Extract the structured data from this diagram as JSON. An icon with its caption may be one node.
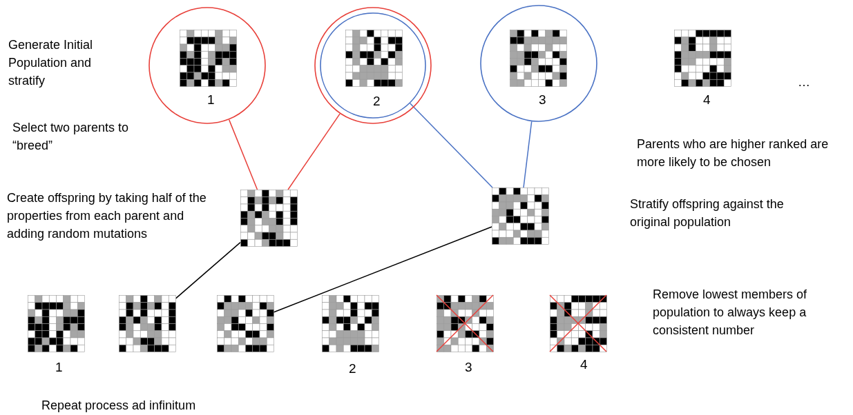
{
  "diagram": {
    "nodes": [
      {
        "text": [
          "1"
        ]
      },
      {
        "text": [],
        "shape": "circle"
      },
      {
        "text": [
          "2"
        ],
        "in": 1
      },
      {
        "text": [
          "3"
        ]
      },
      {
        "text": [
          "4"
        ]
      },
      {
        "text": [],
        "shape": "picture"
      },
      {
        "text": [],
        "shape": "picture"
      },
      {
        "text": [
          "1"
        ]
      },
      {
        "text": [],
        "shape": "picture"
      },
      {
        "text": [],
        "shape": "picture"
      },
      {
        "text": [
          "2"
        ]
      },
      {
        "text": [
          "3"
        ]
      },
      {
        "text": [
          "4"
        ]
      }
    ],
    "edges": [
      {
        "from": 0,
        "to": 5,
        "arrow": "none",
        "color": "#e8403a"
      },
      {
        "from": 1,
        "to": 5,
        "arrow": "none",
        "color": "#e8403a"
      },
      {
        "from": 2,
        "to": 6,
        "arrow": "none",
        "color": "#4a72c4"
      },
      {
        "from": 3,
        "to": 6,
        "arrow": "none",
        "color": "#4a72c4"
      },
      {
        "from": 5,
        "to": 8,
        "arrow": "none",
        "color": "#000000"
      },
      {
        "from": 6,
        "to": 9,
        "arrow": "none",
        "color": "#000000"
      }
    ],
    "labels": [
      "Generate Initial Population and stratify",
      "…",
      "Select two parents to “breed”",
      "Parents who are higher ranked are more likely to be chosen",
      "Create offspring by taking half of the properties from each parent and adding random mutations",
      "Stratify offspring against the original population",
      "Remove lowest members of population to always keep a consistent number",
      "Repeat process ad infinitum"
    ]
  }
}
